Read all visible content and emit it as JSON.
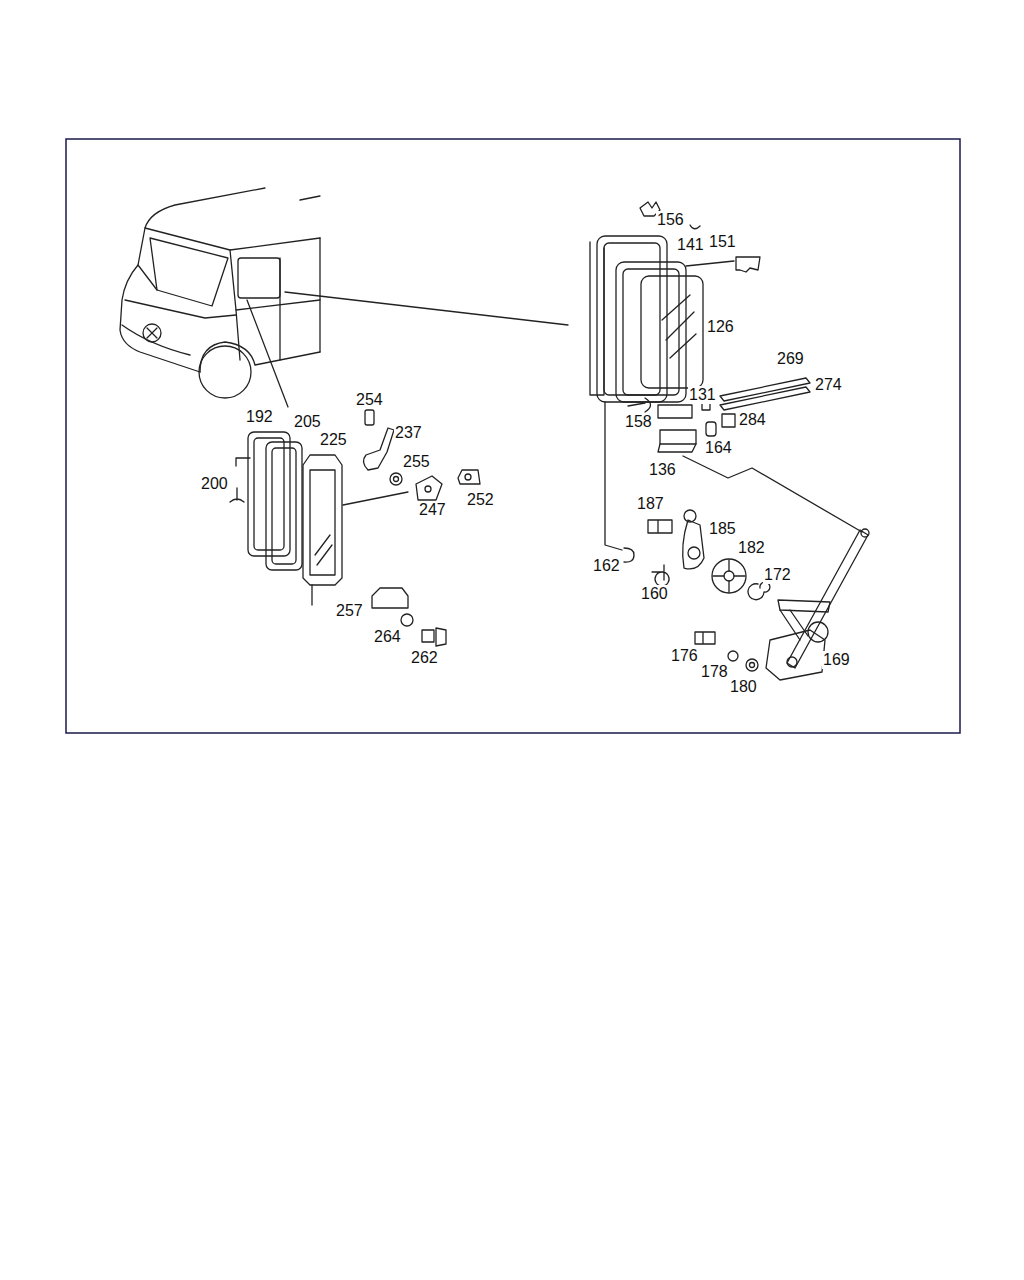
{
  "diagram": {
    "labels": [
      "156",
      "141",
      "151",
      "126",
      "269",
      "274",
      "131",
      "158",
      "284",
      "164",
      "136",
      "254",
      "192",
      "205",
      "237",
      "225",
      "255",
      "200",
      "252",
      "247",
      "187",
      "185",
      "182",
      "162",
      "172",
      "160",
      "257",
      "264",
      "262",
      "176",
      "169",
      "178",
      "180"
    ]
  }
}
